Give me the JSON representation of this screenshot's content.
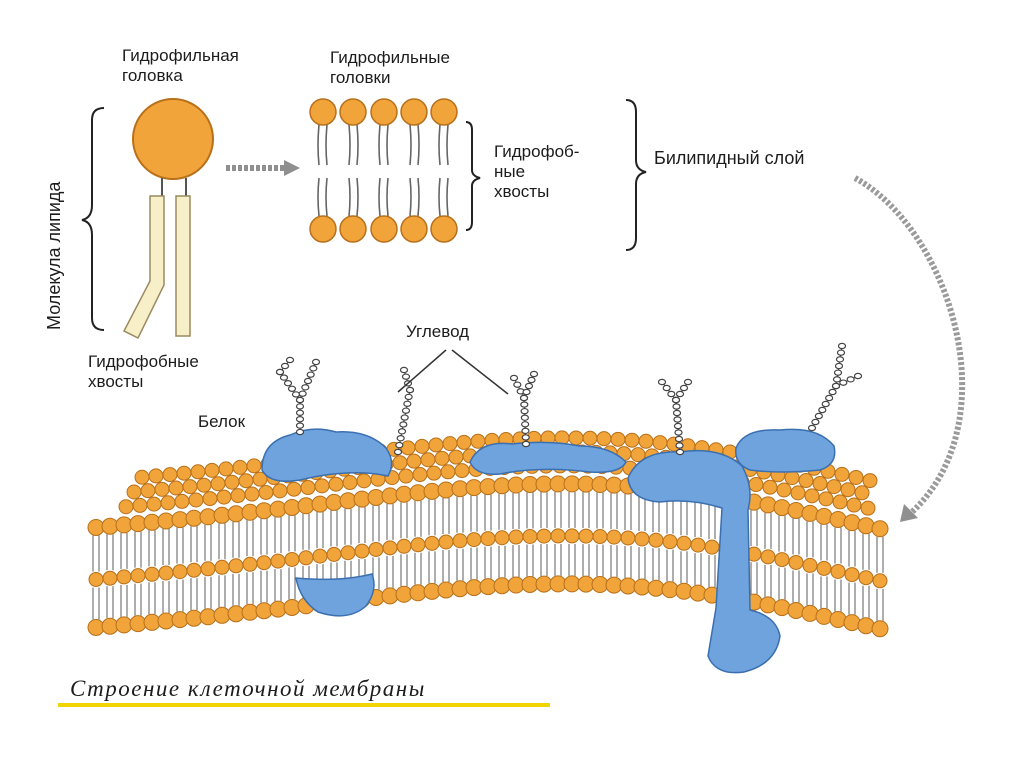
{
  "labels": {
    "hydrophilic_head": [
      "Гидрофильная",
      "головка"
    ],
    "hydrophilic_heads": [
      "Гидрофильные",
      "головки"
    ],
    "hydrophobic_tails_mid": [
      "Гидрофоб-",
      "ные",
      "хвосты"
    ],
    "bilayer": "Билипидный слой",
    "lipid_molecule": "Молекула липида",
    "hydrophobic_tails_left": [
      "Гидрофобные",
      "хвосты"
    ],
    "carbohydrate": "Углевод",
    "protein": "Белок"
  },
  "caption": "Строение клеточной мембраны",
  "colors": {
    "head": "#f0a43a",
    "head_stroke": "#b8701a",
    "tail": "#f6efc8",
    "protein": "#6fa3de",
    "protein_stroke": "#3a6fb0",
    "arrow": "#9a9a9a",
    "underline": "#f2d400"
  }
}
